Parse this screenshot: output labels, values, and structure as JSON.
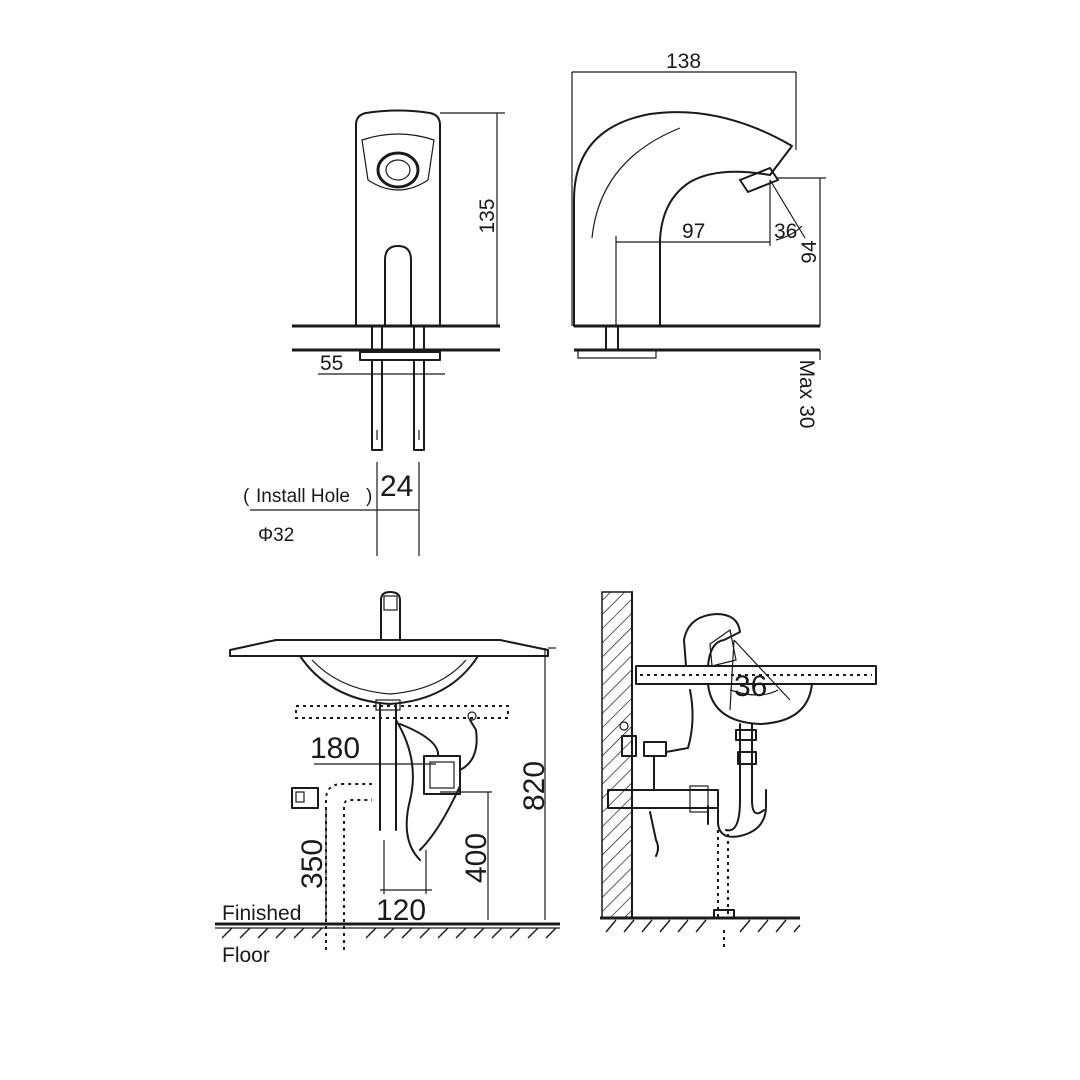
{
  "front_view": {
    "height_dim": "135",
    "spacing_dim": "55",
    "hole_dim": "24",
    "install_hole_label": "Install Hole",
    "install_hole_diameter": "Φ32"
  },
  "side_view": {
    "width_dim": "138",
    "reach_dim": "97",
    "angle_dim": "36",
    "spout_height_dim": "94",
    "max_thickness_dim": "Max 30"
  },
  "install_front": {
    "box_width_dim": "180",
    "height_dim": "350",
    "outlet_height_dim": "400",
    "counter_height_dim": "820",
    "drain_offset_dim": "120",
    "floor_label_top": "Finished",
    "floor_label_bottom": "Floor"
  },
  "install_side": {
    "sensor_angle_dim": "36"
  }
}
